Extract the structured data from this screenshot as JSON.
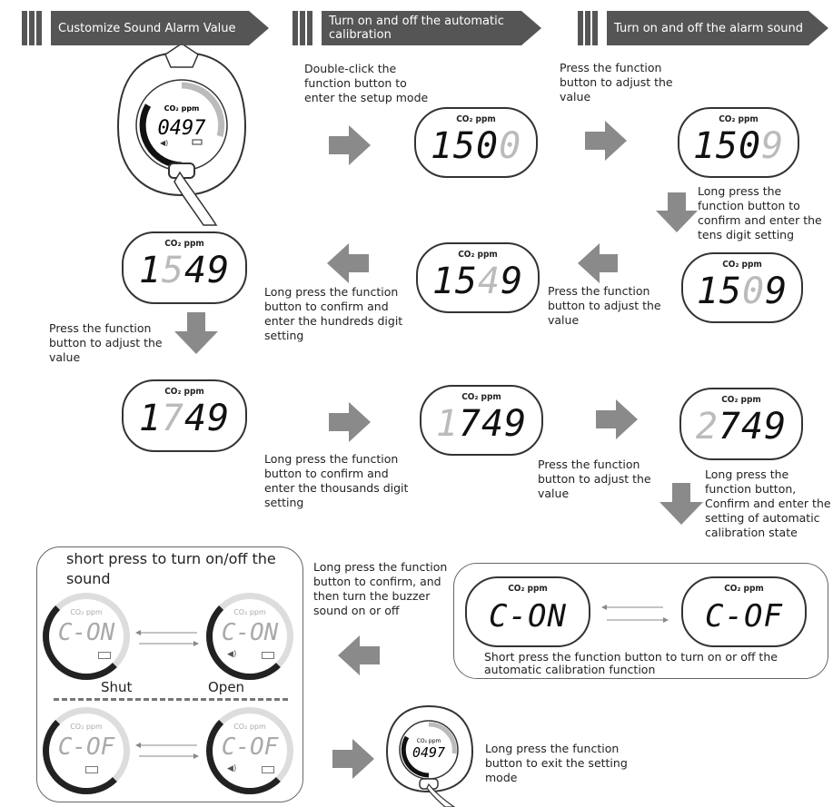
{
  "banners": {
    "b1": "Customize Sound Alarm Value",
    "b2": "Turn on and off the automatic calibration",
    "b3": "Turn on and off the alarm sound"
  },
  "unit": "CO₂ ppm",
  "displays": {
    "d1_main": "150",
    "d1_dim": "0",
    "d2_main": "150",
    "d2_dim": "9",
    "d3_a": "15",
    "d3_dim": "0",
    "d3_b": "9",
    "d4_a": "15",
    "d4_dim": "4",
    "d4_b": "9",
    "d5_a": "1",
    "d5_dim": "5",
    "d5_b": "49",
    "d6_a": "1",
    "d6_dim": "7",
    "d6_b": "49",
    "d7_dim": "1",
    "d7_b": "749",
    "d8_dim": "2",
    "d8_b": "749",
    "device": "0497",
    "con": "C-ON",
    "cof": "C-OF"
  },
  "steps": {
    "s1": "Double-click the function button to enter the setup mode",
    "s2": "Press the function button to adjust the value",
    "s3": "Long press the function button to confirm and enter the tens digit setting",
    "s4": "Press the function button to adjust the value",
    "s5": "Long press the function button to confirm and enter the hundreds digit setting",
    "s6": "Press the function button to adjust the value",
    "s7": "Long press the function button to confirm and enter the thousands digit setting",
    "s8": "Press the function button to adjust the value",
    "s9": "Long press the function button, Confirm and enter the setting of automatic calibration state",
    "s10": "Long press the function button to confirm, and then turn the buzzer sound on or off",
    "s11": "Short press the function button to turn on or off the automatic calibration function",
    "s12": "Long press the function button to exit the setting mode"
  },
  "sound_panel": {
    "title": "short press to turn on/off the sound",
    "shut": "Shut",
    "open": "Open"
  },
  "colors": {
    "banner": "#555555",
    "arrow": "#8a8a8a",
    "dim_digit": "#bbbbbb"
  }
}
